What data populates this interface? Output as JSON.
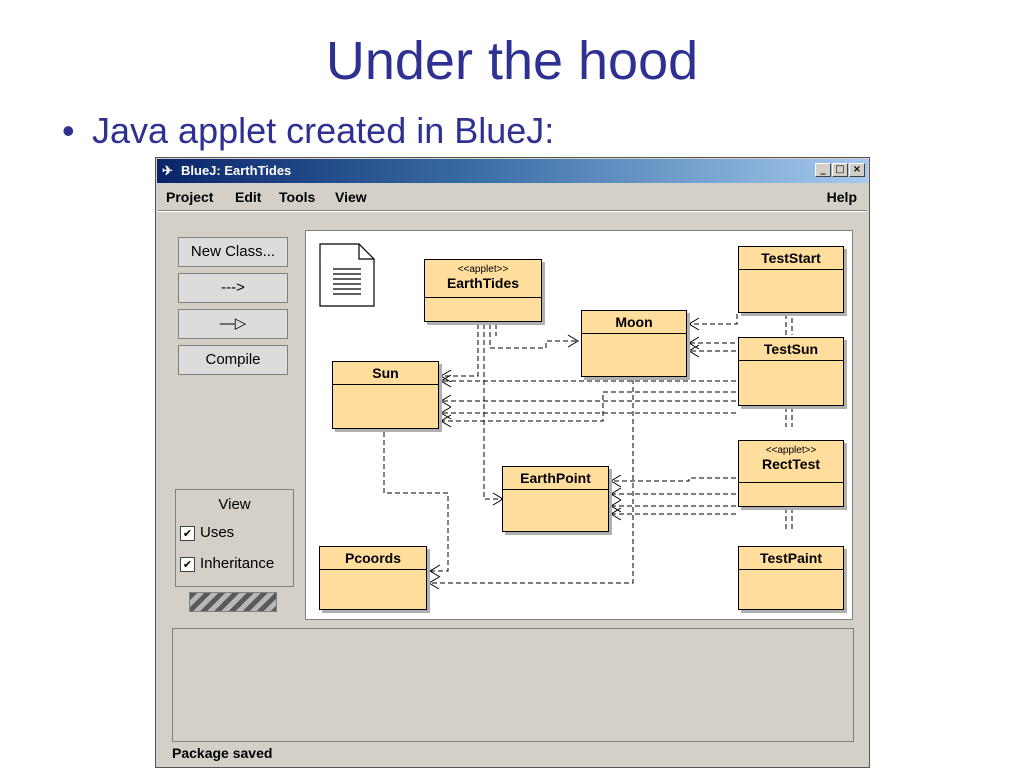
{
  "slide": {
    "title": "Under the hood",
    "bullet": "Java applet created in BlueJ:"
  },
  "window": {
    "title": "BlueJ:  EarthTides",
    "minimize": "_",
    "maximize": "□",
    "close": "×"
  },
  "menu": {
    "project": "Project",
    "edit": "Edit",
    "tools": "Tools",
    "view": "View",
    "help": "Help"
  },
  "toolbar": {
    "new_class": "New Class...",
    "uses_arrow": "--->",
    "inheritance_arrow": "—▷",
    "compile": "Compile"
  },
  "view_panel": {
    "title": "View",
    "uses_label": "Uses",
    "uses_checked": true,
    "inheritance_label": "Inheritance",
    "inheritance_checked": true
  },
  "classes": {
    "earthtides": {
      "name": "EarthTides",
      "stereotype": "<<applet>>"
    },
    "moon": {
      "name": "Moon"
    },
    "sun": {
      "name": "Sun"
    },
    "earthpoint": {
      "name": "EarthPoint"
    },
    "pcoords": {
      "name": "Pcoords"
    },
    "teststart": {
      "name": "TestStart"
    },
    "testsun": {
      "name": "TestSun"
    },
    "recttest": {
      "name": "RectTest",
      "stereotype": "<<applet>>"
    },
    "testpaint": {
      "name": "TestPaint"
    }
  },
  "status": "Package saved",
  "colors": {
    "slide_text": "#2e3192",
    "class_fill": "#ffdd9c",
    "window_bg": "#d4d0c8",
    "titlebar": "#0a246a"
  },
  "icons": {
    "app": "bluej-bird-icon",
    "package_doc": "document-icon",
    "check": "checkmark-icon"
  }
}
